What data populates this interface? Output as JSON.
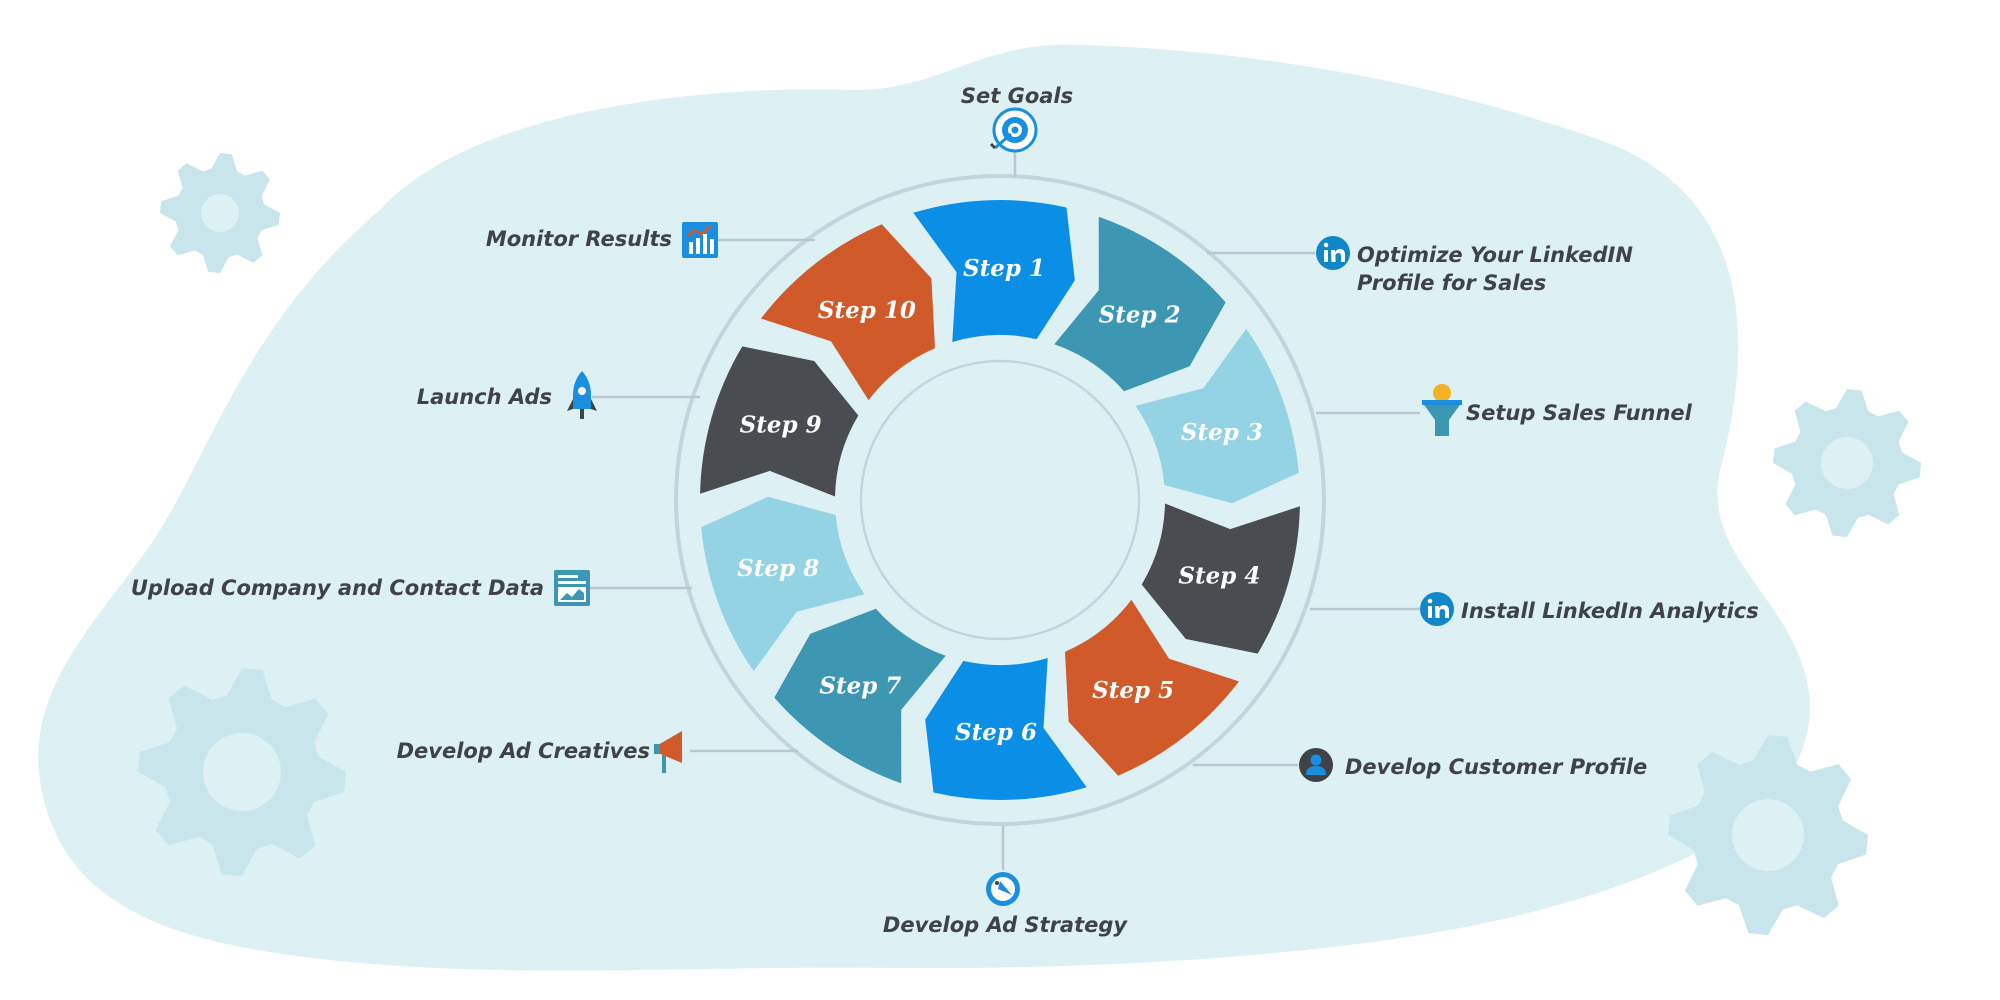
{
  "diagram": {
    "steps": [
      {
        "label": "Step 1",
        "color": "#0b8fe6",
        "text_color": "#ffffff"
      },
      {
        "label": "Step 2",
        "color": "#3d97b3",
        "text_color": "#ffffff"
      },
      {
        "label": "Step 3",
        "color": "#93d3e3",
        "text_color": "#ffffff"
      },
      {
        "label": "Step 4",
        "color": "#494d51",
        "text_color": "#ffffff"
      },
      {
        "label": "Step 5",
        "color": "#d05a2a",
        "text_color": "#ffffff"
      },
      {
        "label": "Step 6",
        "color": "#0b8fe6",
        "text_color": "#ffffff"
      },
      {
        "label": "Step 7",
        "color": "#3d97b3",
        "text_color": "#ffffff"
      },
      {
        "label": "Step 8",
        "color": "#93d3e3",
        "text_color": "#ffffff"
      },
      {
        "label": "Step 9",
        "color": "#494d51",
        "text_color": "#ffffff"
      },
      {
        "label": "Step 10",
        "color": "#d05a2a",
        "text_color": "#ffffff"
      }
    ],
    "labels": {
      "set_goals": "Set Goals",
      "optimize_line1": "Optimize Your LinkedIN",
      "optimize_line2": "Profile for Sales",
      "setup_funnel": "Setup Sales Funnel",
      "install_analytics": "Install LinkedIn Analytics",
      "customer_profile": "Develop Customer Profile",
      "ad_strategy": "Develop Ad Strategy",
      "ad_creatives": "Develop Ad Creatives",
      "upload_data": "Upload Company and Contact Data",
      "launch_ads": "Launch Ads",
      "monitor_results": "Monitor Results"
    },
    "icons": {
      "set_goals": "target-icon",
      "optimize": "linkedin-icon",
      "setup_funnel": "funnel-icon",
      "install_analytics": "linkedin-icon",
      "customer_profile": "user-icon",
      "ad_strategy": "compass-icon",
      "ad_creatives": "megaphone-icon",
      "upload_data": "dashboard-icon",
      "launch_ads": "rocket-icon",
      "monitor_results": "chart-icon"
    },
    "colors": {
      "blob": "#ddf0f4",
      "gear": "#c8e5ec",
      "ring": "#c3d5dc",
      "connector": "#b9c8cf",
      "label": "#3f4347",
      "linkedin": "#1187c9",
      "icon_blue": "#1a8fe0"
    }
  }
}
